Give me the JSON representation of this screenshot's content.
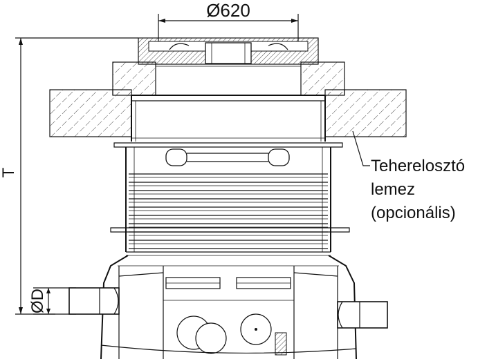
{
  "dimensions": {
    "diameter_top": "Ø620",
    "height": "T",
    "pipe_diameter": "ØD"
  },
  "callout": {
    "line1": "Teherelosztó",
    "line2": "lemez",
    "line3": "(opcionális)"
  }
}
